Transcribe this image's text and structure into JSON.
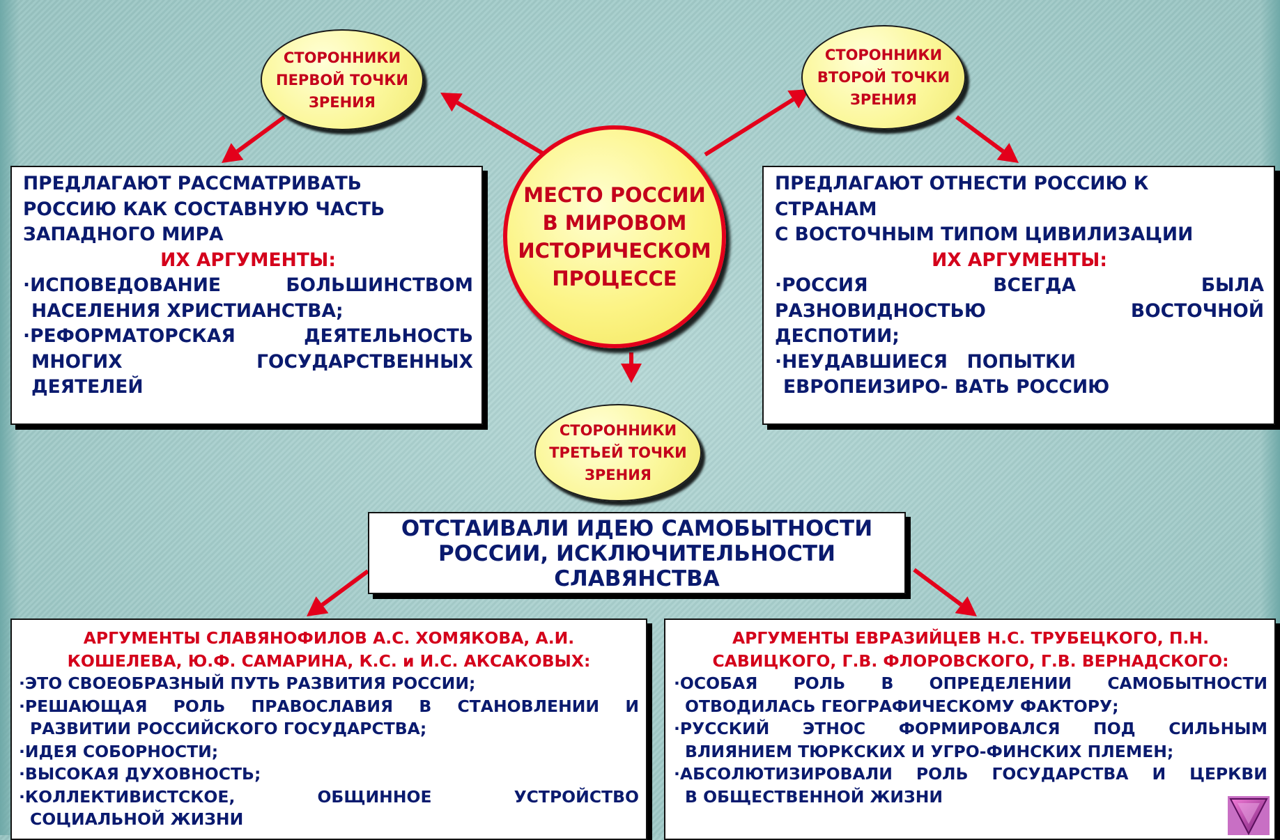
{
  "center": {
    "lines": [
      "МЕСТО РОССИИ",
      "В МИРОВОМ",
      "ИСТОРИЧЕСКОМ",
      "ПРОЦЕССЕ"
    ]
  },
  "ellipses": [
    {
      "lines": [
        "СТОРОННИКИ",
        "ПЕРВОЙ ТОЧКИ",
        "ЗРЕНИЯ"
      ]
    },
    {
      "lines": [
        "СТОРОННИКИ",
        "ВТОРОЙ ТОЧКИ",
        "ЗРЕНИЯ"
      ]
    },
    {
      "lines": [
        "СТОРОННИКИ",
        "ТРЕТЬЕЙ ТОЧКИ",
        "ЗРЕНИЯ"
      ]
    }
  ],
  "western": {
    "lines": [
      "ПРЕДЛАГАЮТ РАССМАТРИВАТЬ",
      "РОССИЮ КАК   СОСТАВНУЮ   ЧАСТЬ",
      "ЗАПАДНОГО МИРА"
    ],
    "args_heading": "ИХ АРГУМЕНТЫ:",
    "arg1": [
      "·ИСПОВЕДОВАНИЕ",
      "БОЛЬШИНСТВОМ"
    ],
    "arg1_end": "НАСЕЛЕНИЯ ХРИСТИАНСТВА;",
    "arg2": [
      "·РЕФОРМАТОРСКАЯ",
      "ДЕЯТЕЛЬНОСТЬ"
    ],
    "arg3": [
      "МНОГИХ",
      "ГОСУДАРСТВЕННЫХ"
    ],
    "arg3_end": "ДЕЯТЕЛЕЙ"
  },
  "eastern": {
    "lines": [
      "ПРЕДЛАГАЮТ ОТНЕСТИ РОССИЮ К",
      "СТРАНАМ",
      "С ВОСТОЧНЫМ ТИПОМ ЦИВИЛИЗАЦИИ"
    ],
    "args_heading": "ИХ АРГУМЕНТЫ:",
    "arg1": [
      "·РОССИЯ",
      "ВСЕГДА",
      "БЫЛА"
    ],
    "arg2": [
      "РАЗНОВИДНОСТЬЮ",
      "ВОСТОЧНОЙ"
    ],
    "arg2_end": "ДЕСПОТИИ;",
    "arg3": "·НЕУДАВШИЕСЯ   ПОПЫТКИ",
    "arg3_end": "ЕВРОПЕИЗИРО- ВАТЬ РОССИЮ"
  },
  "third": {
    "lines": [
      "ОТСТАИВАЛИ ИДЕЮ САМОБЫТНОСТИ",
      "РОССИИ, ИСКЛЮЧИТЕЛЬНОСТИ",
      "СЛАВЯНСТВА"
    ]
  },
  "slavophiles": {
    "heading": [
      "АРГУМЕНТЫ СЛАВЯНОФИЛОВ А.С. ХОМЯКОВА, А.И.",
      "КОШЕЛЕВА, Ю.Ф. САМАРИНА, К.С. и И.С. АКСАКОВЫХ:"
    ],
    "b1": "·ЭТО СВОЕОБРАЗНЫЙ ПУТЬ РАЗВИТИЯ РОССИИ;",
    "b2": [
      "·РЕШАЮЩАЯ",
      "РОЛЬ",
      "ПРАВОСЛАВИЯ",
      "В",
      "СТАНОВЛЕНИИ",
      "И"
    ],
    "b2_end": "РАЗВИТИИ РОССИЙСКОГО ГОСУДАРСТВА;",
    "b3": "·ИДЕЯ СОБОРНОСТИ;",
    "b4": "·ВЫСОКАЯ ДУХОВНОСТЬ;",
    "b5": [
      "·КОЛЛЕКТИВИСТСКОЕ,",
      "ОБЩИННОЕ",
      "УСТРОЙСТВО"
    ],
    "b5_end": "СОЦИАЛЬНОЙ ЖИЗНИ"
  },
  "eurasians": {
    "heading": [
      "АРГУМЕНТЫ ЕВРАЗИЙЦЕВ Н.С. ТРУБЕЦКОГО, П.Н.",
      "САВИЦКОГО, Г.В. ФЛОРОВСКОГО, Г.В. ВЕРНАДСКОГО:"
    ],
    "b1": [
      "·ОСОБАЯ",
      "РОЛЬ",
      "В",
      "ОПРЕДЕЛЕНИИ",
      "САМОБЫТНОСТИ"
    ],
    "b1_end": "ОТВОДИЛАСЬ ГЕОГРАФИЧЕСКОМУ ФАКТОРУ;",
    "b2": [
      "·РУССКИЙ",
      "ЭТНОС",
      "ФОРМИРОВАЛСЯ",
      "ПОД",
      "СИЛЬНЫМ"
    ],
    "b2_end": "ВЛИЯНИЕМ ТЮРКСКИХ И УГРО-ФИНСКИХ ПЛЕМЕН;",
    "b3": [
      "·АБСОЛЮТИЗИРОВАЛИ",
      "РОЛЬ",
      "ГОСУДАРСТВА",
      "И",
      "ЦЕРКВИ"
    ],
    "b3_end": "В ОБЩЕСТВЕННОЙ ЖИЗНИ"
  },
  "colors": {
    "arrow": "#e3001b",
    "text_blue": "#0a1a6e",
    "text_red": "#c4001b",
    "ellipse_fill": "#fbf79a"
  }
}
